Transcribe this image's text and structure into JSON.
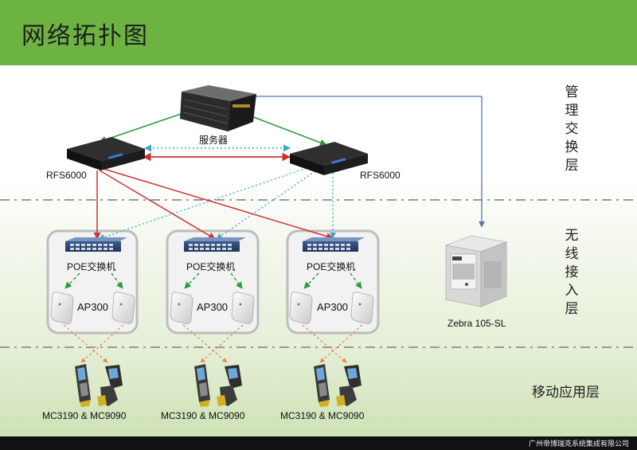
{
  "title": "网络拓扑图",
  "footer": "广州帝博瑞克系统集成有限公司",
  "server_label": "服务器",
  "switch_label": "RFS6000",
  "poe_label": "POE交换机",
  "ap_label": "AP300",
  "device_label": "MC3190 & MC9090",
  "printer_label": "Zebra 105-SL",
  "layers": {
    "management": "管理交换层",
    "wireless": "无线接入层",
    "mobile": "移动应用层"
  },
  "colors": {
    "header_green": "#6db342",
    "uplink_green": "#2a9a3a",
    "red_link": "#d03030",
    "dotted_blue": "#3aa6c9",
    "printer_link": "#5577aa",
    "device_link_orange": "#e08a4a"
  }
}
